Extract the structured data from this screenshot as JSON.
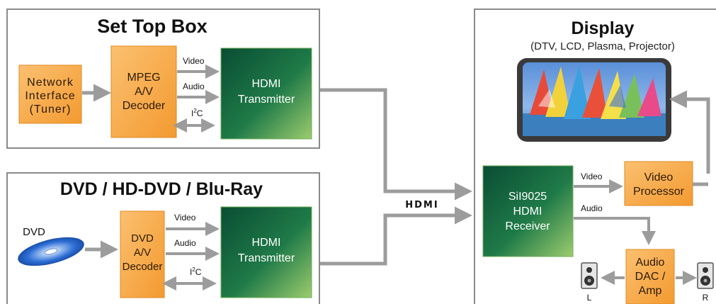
{
  "set_top_box": {
    "title": "Set Top Box",
    "network": [
      "Network",
      "Interface",
      "(Tuner)"
    ],
    "decoder": [
      "MPEG",
      "A/V",
      "Decoder"
    ],
    "video": "Video",
    "audio": "Audio",
    "i2c_i": "I",
    "i2c_sup": "2",
    "i2c_c": "C",
    "transmitter": [
      "HDMI",
      "Transmitter"
    ]
  },
  "dvd_player": {
    "title": "DVD / HD-DVD / Blu-Ray",
    "source": "DVD",
    "decoder": [
      "DVD",
      "A/V",
      "Decoder"
    ],
    "video": "Video",
    "audio": "Audio",
    "i2c_i": "I",
    "i2c_sup": "2",
    "i2c_c": "C",
    "transmitter": [
      "HDMI",
      "Transmitter"
    ]
  },
  "cable_logo": "HDMI",
  "display": {
    "title": "Display",
    "subtitle": "(DTV, LCD, Plasma, Projector)",
    "receiver": [
      "SiI9025",
      "HDMI",
      "Receiver"
    ],
    "video": "Video",
    "audio": "Audio",
    "video_processor": [
      "Video",
      "Processor"
    ],
    "audio_dac": [
      "Audio",
      "DAC /",
      "Amp"
    ],
    "speaker_left": "L",
    "speaker_right": "R"
  },
  "colors": {
    "orange": "#f7a640",
    "green_dark": "#0f5f3f",
    "green_light": "#8fc46a",
    "arrow_gray": "#9c9c9c",
    "border_gray": "#8a8a8a"
  }
}
